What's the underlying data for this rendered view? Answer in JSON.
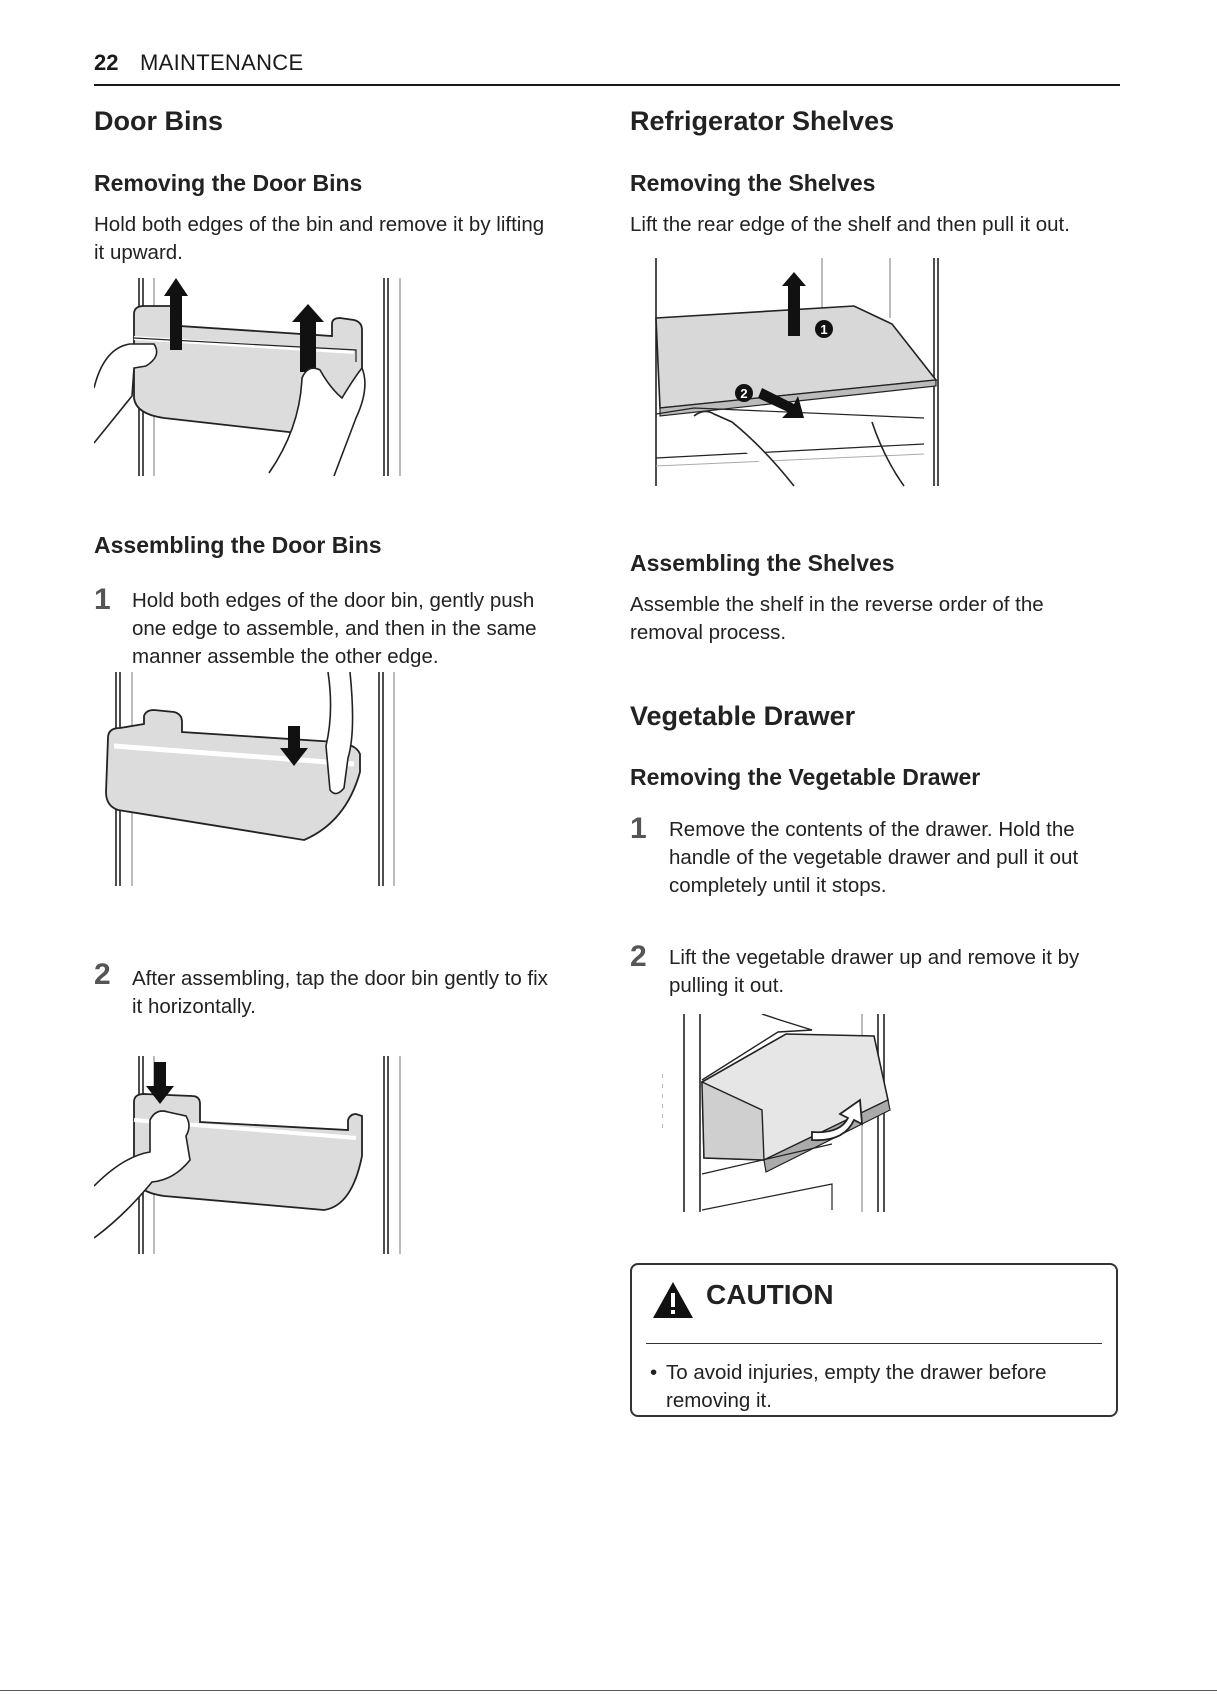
{
  "header": {
    "page_number": "22",
    "section": "MAINTENANCE"
  },
  "door_bins": {
    "title": "Door Bins",
    "removing": {
      "title": "Removing the Door Bins",
      "text_line1": "Hold both edges of the bin and remove it by lifting",
      "text_line2": "it upward."
    },
    "assembling": {
      "title": "Assembling the Door Bins",
      "step1": {
        "num": "1",
        "line1": "Hold both edges of the door bin, gently push",
        "line2": "one edge to assemble, and then in the same",
        "line3": "manner assemble the other edge."
      },
      "step2": {
        "num": "2",
        "line1": "After assembling, tap the door bin gently to fix",
        "line2": "it horizontally."
      }
    }
  },
  "shelves": {
    "title": "Refrigerator Shelves",
    "removing": {
      "title": "Removing the Shelves",
      "text": "Lift the rear edge of the shelf and then pull it out.",
      "marker1": "1",
      "marker2": "2"
    },
    "assembling": {
      "title": "Assembling the Shelves",
      "line1": "Assemble the shelf in the reverse order of the",
      "line2": "removal process."
    }
  },
  "vegetable_drawer": {
    "title": "Vegetable Drawer",
    "removing": {
      "title": "Removing the Vegetable Drawer",
      "step1": {
        "num": "1",
        "line1": "Remove the contents of the drawer. Hold the",
        "line2": "handle of the vegetable drawer and pull it out",
        "line3": "completely until it stops."
      },
      "step2": {
        "num": "2",
        "line1": "Lift the vegetable drawer up and remove it by",
        "line2": "pulling it out."
      }
    }
  },
  "caution": {
    "title": "CAUTION",
    "bullet": "•",
    "line1": "To avoid injuries, empty the drawer before",
    "line2": "removing it."
  }
}
